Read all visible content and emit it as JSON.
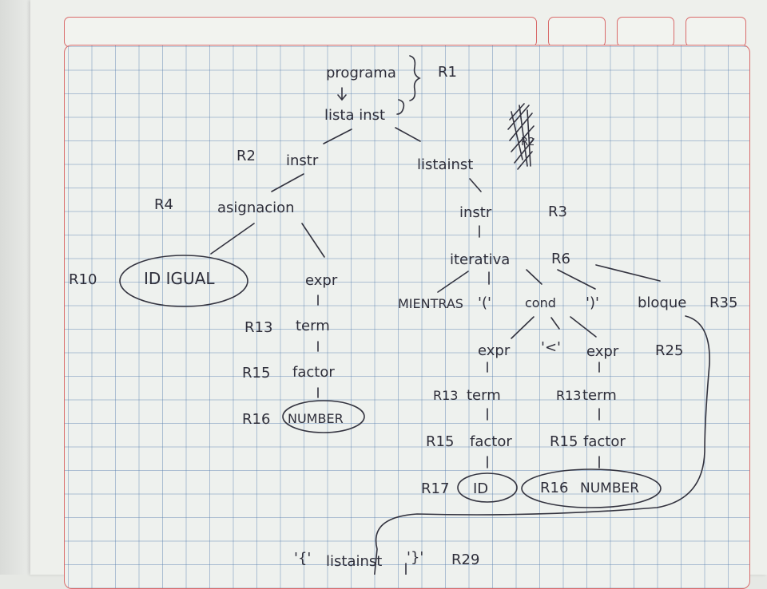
{
  "tree": {
    "nodes": {
      "programa": "programa",
      "listainst_root": "lista inst",
      "instr_left": "instr",
      "listainst_right": "listainst",
      "asignacion": "asignacion",
      "instr_right": "instr",
      "iterativa": "iterativa",
      "id_igual": "ID IGUAL",
      "expr_left": "expr",
      "term_left": "term",
      "factor_left": "factor",
      "number_left": "NUMBER",
      "mientras": "MIENTRAS",
      "lparen": "'('",
      "cond": "cond",
      "rparen": "')'",
      "bloque": "bloque",
      "expr_cond_a": "expr",
      "lt": "'<'",
      "expr_cond_b": "expr",
      "term_a": "term",
      "term_b": "term",
      "factor_a": "factor",
      "factor_b": "factor",
      "id_leaf": "ID",
      "number_right": "NUMBER",
      "lbrace": "'{'",
      "listainst_block": "listainst",
      "rbrace": "'}'"
    },
    "rules": {
      "r1": "R1",
      "r2": "R2",
      "r3": "R3",
      "r4": "R4",
      "r6": "R6",
      "r10": "R10",
      "r13_left": "R13",
      "r15_left": "R15",
      "r16_left": "R16",
      "r35": "R35",
      "r25": "R25",
      "r13_a": "R13",
      "r13_b": "R13",
      "r15_a": "R15",
      "r15_b": "R15",
      "r17": "R17",
      "r16_right": "R16",
      "r29": "R29",
      "r2_scribbled": "R2"
    }
  },
  "colors": {
    "ink": "#33333f",
    "grid_line": "#5a82af",
    "margin_red": "#d96b6b",
    "paper": "#eef0ec"
  }
}
